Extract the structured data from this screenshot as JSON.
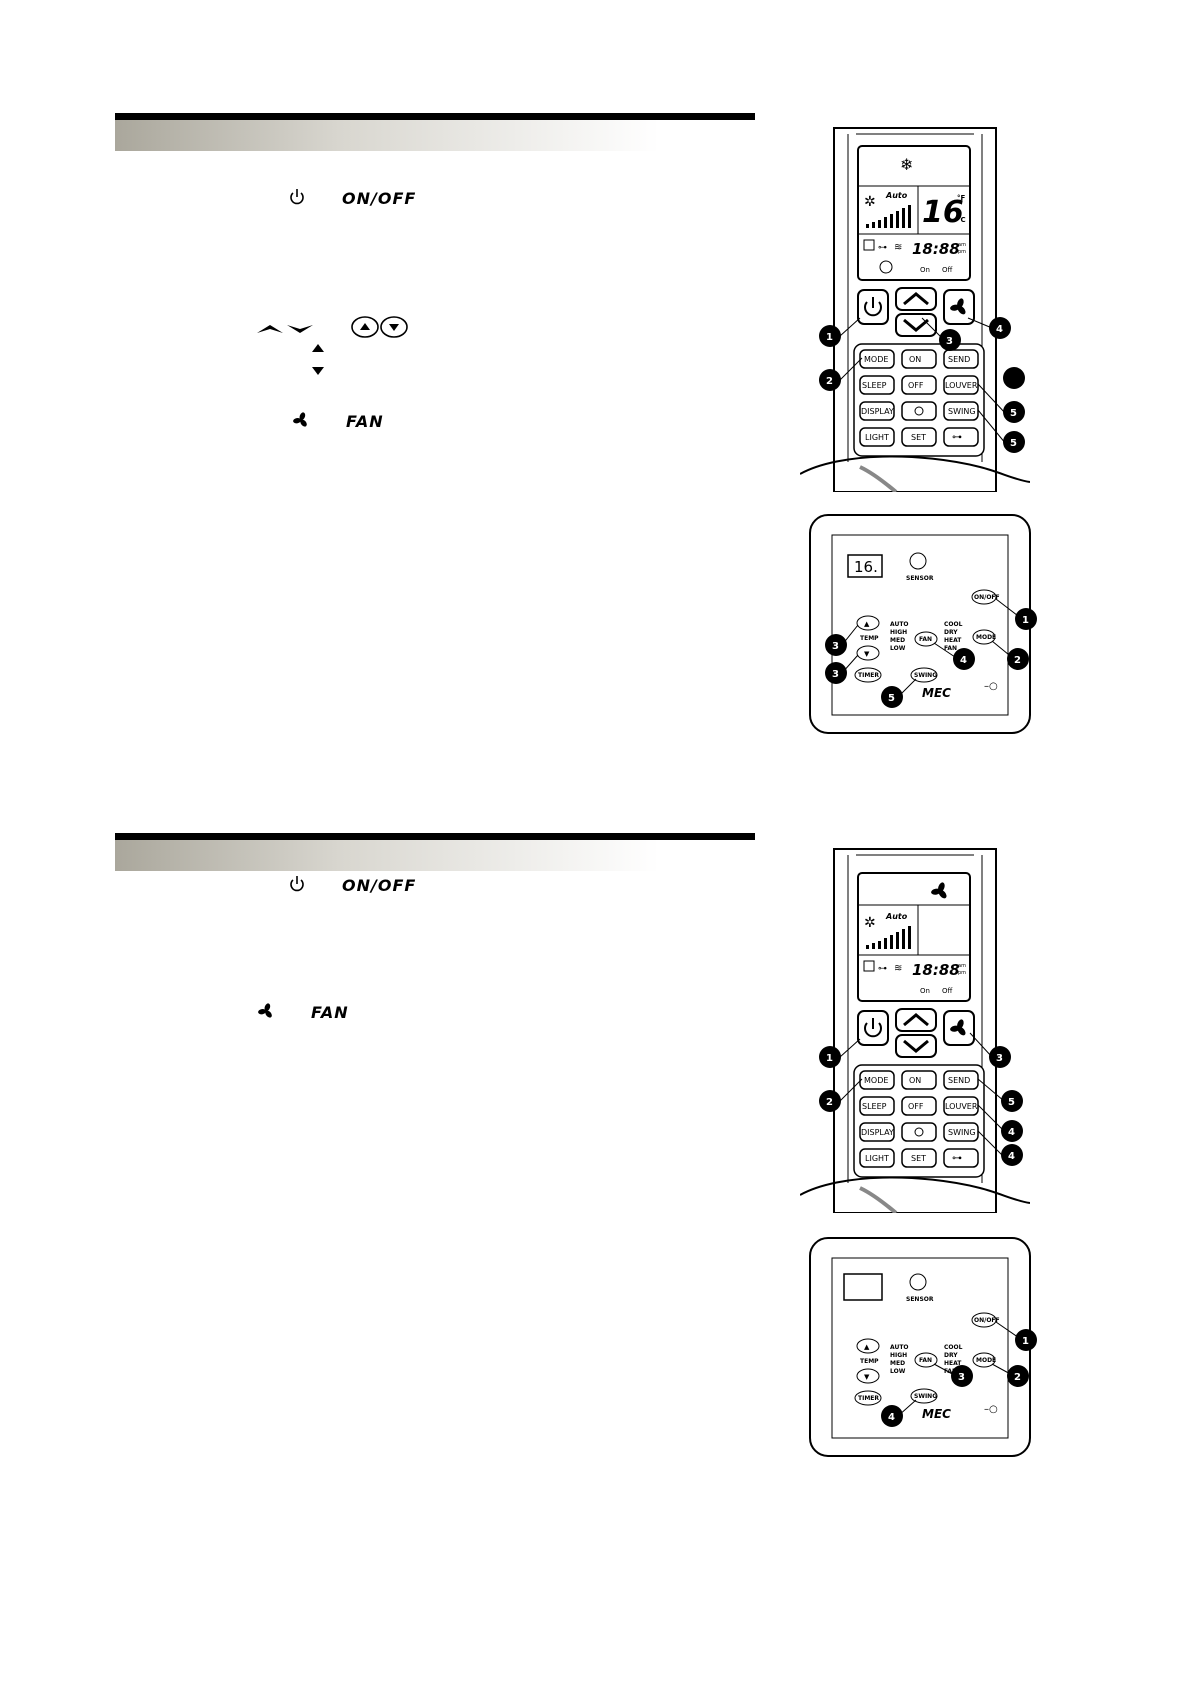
{
  "section1": {
    "on_off_label": "ON/OFF",
    "fan_label": "FAN"
  },
  "section2": {
    "on_off_label": "ON/OFF",
    "fan_label": "FAN"
  },
  "remote1": {
    "display": {
      "mode_text": "Auto",
      "temp": "16",
      "unit_f": "°F",
      "unit_c": "°C",
      "clock": "18:88",
      "am": "am",
      "pm": "pm",
      "on_label": "On",
      "off_label": "Off"
    },
    "buttons": {
      "mode": "MODE",
      "on": "ON",
      "send": "SEND",
      "sleep": "SLEEP",
      "off": "OFF",
      "louver": "LOUVER",
      "display": "DISPLAY",
      "swing": "SWING",
      "light": "LIGHT",
      "set": "SET"
    },
    "callouts": [
      "1",
      "3",
      "4",
      "2",
      "5",
      "5"
    ]
  },
  "panel1": {
    "display_value": "16.",
    "sensor": "SENSOR",
    "on_off": "ON/OFF",
    "mode": "MODE",
    "fan": "FAN",
    "temp": "TEMP",
    "timer": "TIMER",
    "swing": "SWING",
    "speeds": [
      "AUTO",
      "HIGH",
      "MED",
      "LOW"
    ],
    "modes": [
      "COOL",
      "DRY",
      "HEAT",
      "FAN"
    ],
    "brand": "MEC",
    "callouts": [
      "1",
      "2",
      "4",
      "3",
      "3",
      "5"
    ]
  },
  "remote2": {
    "display": {
      "mode_text": "Auto",
      "clock": "18:88",
      "am": "am",
      "pm": "pm",
      "on_label": "On",
      "off_label": "Off"
    },
    "buttons": {
      "mode": "MODE",
      "on": "ON",
      "send": "SEND",
      "sleep": "SLEEP",
      "off": "OFF",
      "louver": "LOUVER",
      "display": "DISPLAY",
      "swing": "SWING",
      "light": "LIGHT",
      "set": "SET"
    },
    "callouts": [
      "1",
      "3",
      "2",
      "5",
      "4",
      "4"
    ]
  },
  "panel2": {
    "sensor": "SENSOR",
    "on_off": "ON/OFF",
    "mode": "MODE",
    "fan": "FAN",
    "temp": "TEMP",
    "timer": "TIMER",
    "swing": "SWING",
    "speeds": [
      "AUTO",
      "HIGH",
      "MED",
      "LOW"
    ],
    "modes": [
      "COOL",
      "DRY",
      "HEAT",
      "FAN"
    ],
    "brand": "MEC",
    "callouts": [
      "1",
      "2",
      "3",
      "4"
    ]
  }
}
